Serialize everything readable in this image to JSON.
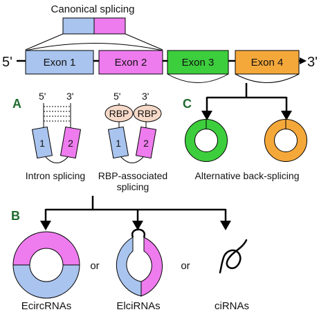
{
  "title": "Canonical splicing",
  "strand": {
    "five_prime": "5'",
    "three_prime": "3'"
  },
  "exons": [
    {
      "label": "Exon 1",
      "color": "#a9c4ee"
    },
    {
      "label": "Exon 2",
      "color": "#ee7cee"
    },
    {
      "label": "Exon 3",
      "color": "#3dce3d"
    },
    {
      "label": "Exon 4",
      "color": "#f5a83a"
    }
  ],
  "section_a": {
    "letter": "A",
    "intron": {
      "five_prime": "5'",
      "three_prime": "3'",
      "block1": "1",
      "block2": "2",
      "caption": "Intron splicing"
    },
    "rbp": {
      "five_prime": "5'",
      "three_prime": "3'",
      "rbp1": "RBP",
      "rbp2": "RBP",
      "block1": "1",
      "block2": "2",
      "caption_line1": "RBP-associated",
      "caption_line2": "splicing"
    }
  },
  "section_c": {
    "letter": "C",
    "caption": "Alternative back-splicing"
  },
  "section_b": {
    "letter": "B",
    "products": [
      "EcircRNAs",
      "ElciRNAs",
      "ciRNAs"
    ],
    "separators": [
      "or",
      "or"
    ]
  },
  "colors": {
    "section_letter": "#1e6b2e",
    "rbp_fill": "#f6d9c8"
  }
}
